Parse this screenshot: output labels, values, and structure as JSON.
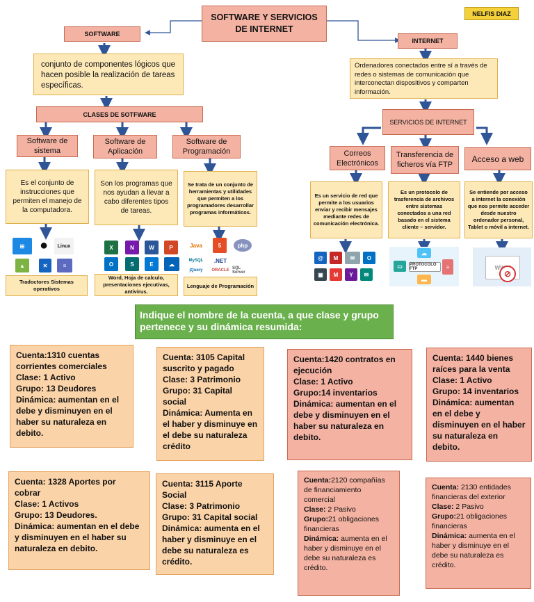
{
  "title": "SOFTWARE Y SERVICIOS DE INTERNET",
  "author": "NELFIS DIAZ",
  "software": {
    "label": "SOFTWARE",
    "definition": "conjunto de componentes lógicos que hacen posible la realización de tareas específicas.",
    "classes_label": "CLASES DE SOTFWARE",
    "classes": [
      {
        "name": "Software de sistema",
        "desc": "Es el conjunto de instrucciones que permiten el manejo de la computadora.",
        "examples": "Tradoctores Sistemas operativos"
      },
      {
        "name": "Software de Aplicación",
        "desc": "Son los programas que nos ayudan a llevar a cabo diferentes tipos de tareas.",
        "examples": "Word, Hoja de calculo, presentaciones ejecutivas, antivirus."
      },
      {
        "name": "Software de Programación",
        "desc": "Se trata de un conjunto de herramientas y utilidades que permiten a los programadores desarrollar programas informáticos.",
        "examples": "Lenguaje de Programación"
      }
    ],
    "icon_labels": {
      "windows": "Windows",
      "linux": "Linux",
      "java": "Java",
      "sql": "SQL Server",
      "net": ".NET",
      "jquery": "jQuery",
      "oracle": "ORACLE",
      "mysql": "MySQL"
    }
  },
  "internet": {
    "label": "INTERNET",
    "definition": "Ordenadores conectados entre sí a través de redes o sistemas de comunicación que interconectan dispositivos y comparten información.",
    "services_label": "SERVICIOS DE INTERNET",
    "services": [
      {
        "name": "Correos Electrónicos",
        "desc": "Es un servicio de red que permite a los usuarios enviar y recibir mensajes mediante redes de comunicación electrónica."
      },
      {
        "name": "Transferencia de ficheros vía FTP",
        "desc": "Es un protocolo de trasferencia de archivos entre sistemas conectados a una red basado en el sistema cliente – servidor."
      },
      {
        "name": "Acceso a web",
        "desc": "Se entiende por acceso a internet la conexión que nos permite acceder desde nuestro ordenador personal, Tablet o móvil a internet."
      }
    ],
    "ftp_label": "PROTOCOLO FTP",
    "web_label": "WWW"
  },
  "question": "Indique el nombre de la cuenta, a que clase y grupo pertenece y su dinámica resumida:",
  "cards": [
    {
      "cuenta": "Cuenta:1310 cuentas corrientes comerciales",
      "clase": "Clase: 1 Activo",
      "grupo": "Grupo: 13 Deudores",
      "dinamica": "Dinámica: aumentan en el debe y disminuyen en el haber su naturaleza en debito."
    },
    {
      "cuenta": "Cuenta: 3105 Capital suscrito y pagado",
      "clase": "Clase: 3 Patrimonio",
      "grupo": "Grupo: 31 Capital social",
      "dinamica": "Dinámica: Aumenta en el haber y disminuye en el debe su naturaleza crédito"
    },
    {
      "cuenta": "Cuenta:1420 contratos en ejecución",
      "clase": "Clase: 1 Activo",
      "grupo": "Grupo:14 inventarios",
      "dinamica": "Dinámica: aumentan en el debe y disminuyen en el haber su naturaleza en debito."
    },
    {
      "cuenta": "Cuenta: 1440 bienes raíces para la venta",
      "clase": "Clase: 1 Activo",
      "grupo": "Grupo: 14 inventarios",
      "dinamica": "Dinámica: aumentan en el debe y disminuyen en el haber su naturaleza en debito."
    },
    {
      "cuenta": "Cuenta: 1328 Aportes por cobrar",
      "clase": "Clase: 1 Activos",
      "grupo": "Grupo: 13 Deudores.",
      "dinamica": "Dinámica: aumentan en el debe y disminuyen en el haber su naturaleza en debito."
    },
    {
      "cuenta": "Cuenta: 3115 Aporte Social",
      "clase": "Clase: 3 Patrimonio",
      "grupo": "Grupo: 31 Capital social",
      "dinamica": "Dinámica: aumenta en el haber y disminuye en el debe su naturaleza es crédito."
    },
    {
      "cuenta_k": "Cuenta:",
      "cuenta_v": "2120 compañías de financiamiento comercial",
      "clase_k": "Clase:",
      "clase_v": " 2 Pasivo",
      "grupo_k": "Grupo:",
      "grupo_v": "21 obligaciones financieras",
      "dinamica_k": "Dinámica:",
      "dinamica_v": " aumenta en el haber y disminuye en el debe su naturaleza es crédito."
    },
    {
      "cuenta_k": "Cuenta:",
      "cuenta_v": " 2130 entidades financieras del exterior",
      "clase_k": "Clase:",
      "clase_v": " 2 Pasivo",
      "grupo_k": "Grupo:",
      "grupo_v": "21 obligaciones financieras",
      "dinamica_k": "Dinámica:",
      "dinamica_v": " aumenta en el haber y disminuye en el debe su naturaleza es crédito."
    }
  ],
  "colors": {
    "salmon": "#f3b2a2",
    "cream": "#fde8b8",
    "orange": "#fbd3a8",
    "yellow": "#f4d13a",
    "green": "#6ab04c",
    "arrow": "#2f5597"
  }
}
